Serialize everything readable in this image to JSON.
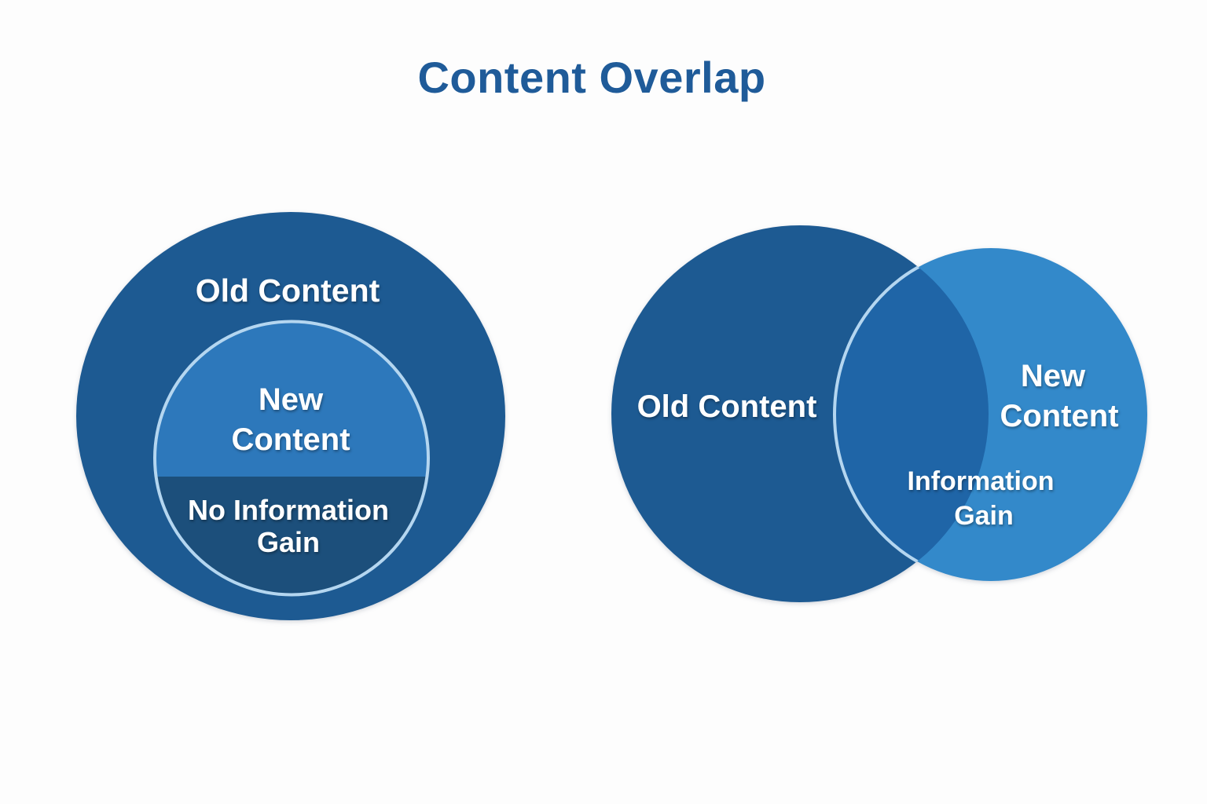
{
  "title": "Content Overlap",
  "colors": {
    "title_text": "#1f5b99",
    "old_content_fill": "#1d5a92",
    "new_content_inner_fill": "#2d78bb",
    "no_information_gain_fill": "#1c4f7b",
    "new_content_light_fill": "#3389ca",
    "overlap_fill": "#1f65a7",
    "ring_stroke": "#b4d6f0",
    "label_text": "#ffffff"
  },
  "left_diagram": {
    "description": "Nested circles: new content fully inside old content",
    "old_content_label": "Old Content",
    "new_content_label_line1": "New",
    "new_content_label_line2": "Content",
    "no_gain_label_line1": "No Information",
    "no_gain_label_line2": "Gain"
  },
  "right_diagram": {
    "description": "Partially overlapping circles: old content and new content",
    "old_content_label": "Old Content",
    "new_content_label_line1": "New",
    "new_content_label_line2": "Content",
    "gain_label_line1": "Information",
    "gain_label_line2": "Gain"
  }
}
